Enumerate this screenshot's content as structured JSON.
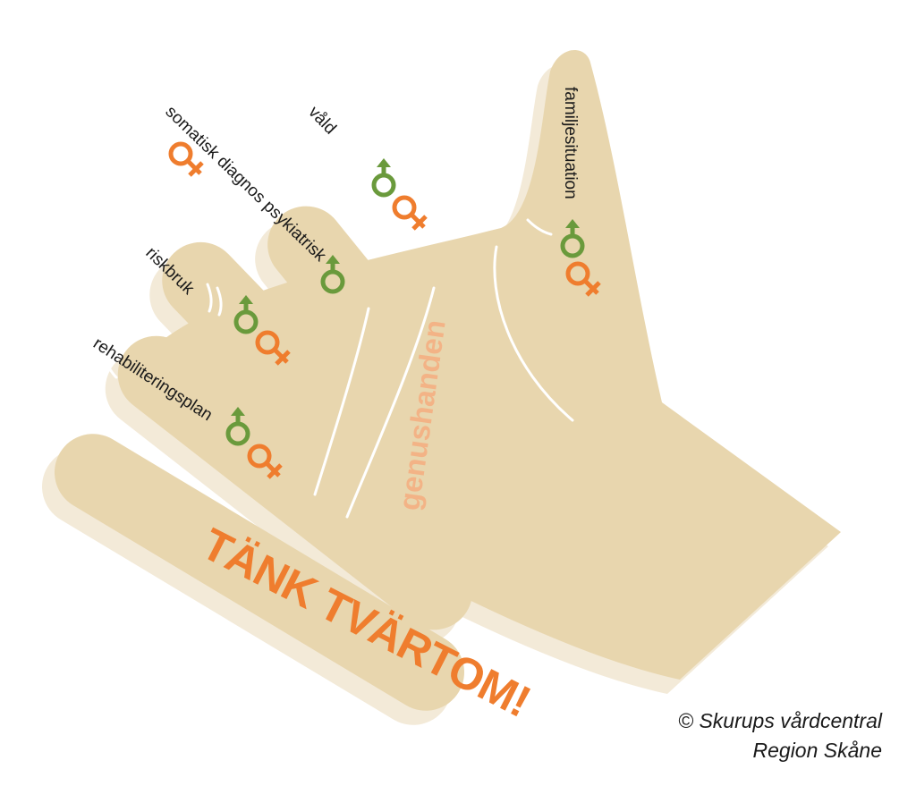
{
  "colors": {
    "skin": "#e8d6ae",
    "shadow": "#f3ead8",
    "female": "#ef7d2e",
    "male": "#6a9a3c",
    "palm_text": "#f3b386",
    "slogan": "#ef7d2e"
  },
  "fingers": [
    {
      "label": "rehabiliteringsplan",
      "symbols": [
        "male-icon",
        "female-icon"
      ]
    },
    {
      "label": "riskbruk",
      "symbols": [
        "male-icon",
        "female-icon"
      ]
    },
    {
      "label": "somatisk diagnos psykiatrisk",
      "symbols": [
        "female-icon",
        "male-icon"
      ]
    },
    {
      "label": "våld",
      "symbols": [
        "male-icon",
        "female-icon"
      ]
    },
    {
      "label": "familjesituation",
      "symbols": [
        "male-icon",
        "female-icon"
      ]
    }
  ],
  "palm_label": "genushanden",
  "slogan": "TÄNK TVÄRTOM!",
  "copyright": {
    "line1": "©  Skurups vårdcentral",
    "line2": "Region Skåne"
  }
}
